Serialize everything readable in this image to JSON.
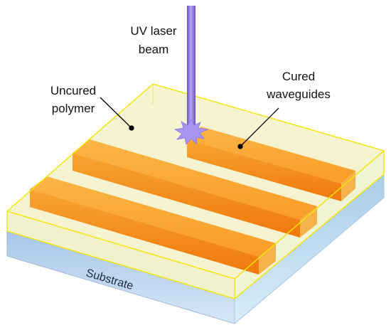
{
  "labels": {
    "laser_line1": "UV laser",
    "laser_line2": "beam",
    "uncured_line1": "Uncured",
    "uncured_line2": "polymer",
    "cured_line1": "Cured",
    "cured_line2": "waveguides",
    "substrate": "Substrate"
  },
  "colors": {
    "substrate_top": "#cfe3f4",
    "substrate_front": "#9fc0e6",
    "substrate_side": "#b5d6ee",
    "polymer_fill": "#f4f1b8",
    "polymer_edge": "#f2e600",
    "waveguide_top": "#f9a12e",
    "waveguide_front": "#f48a14",
    "waveguide_end": "#f7b14a",
    "laser": "#9a80e6",
    "laser_dark": "#6a50c4",
    "burst": "#a895f2"
  }
}
